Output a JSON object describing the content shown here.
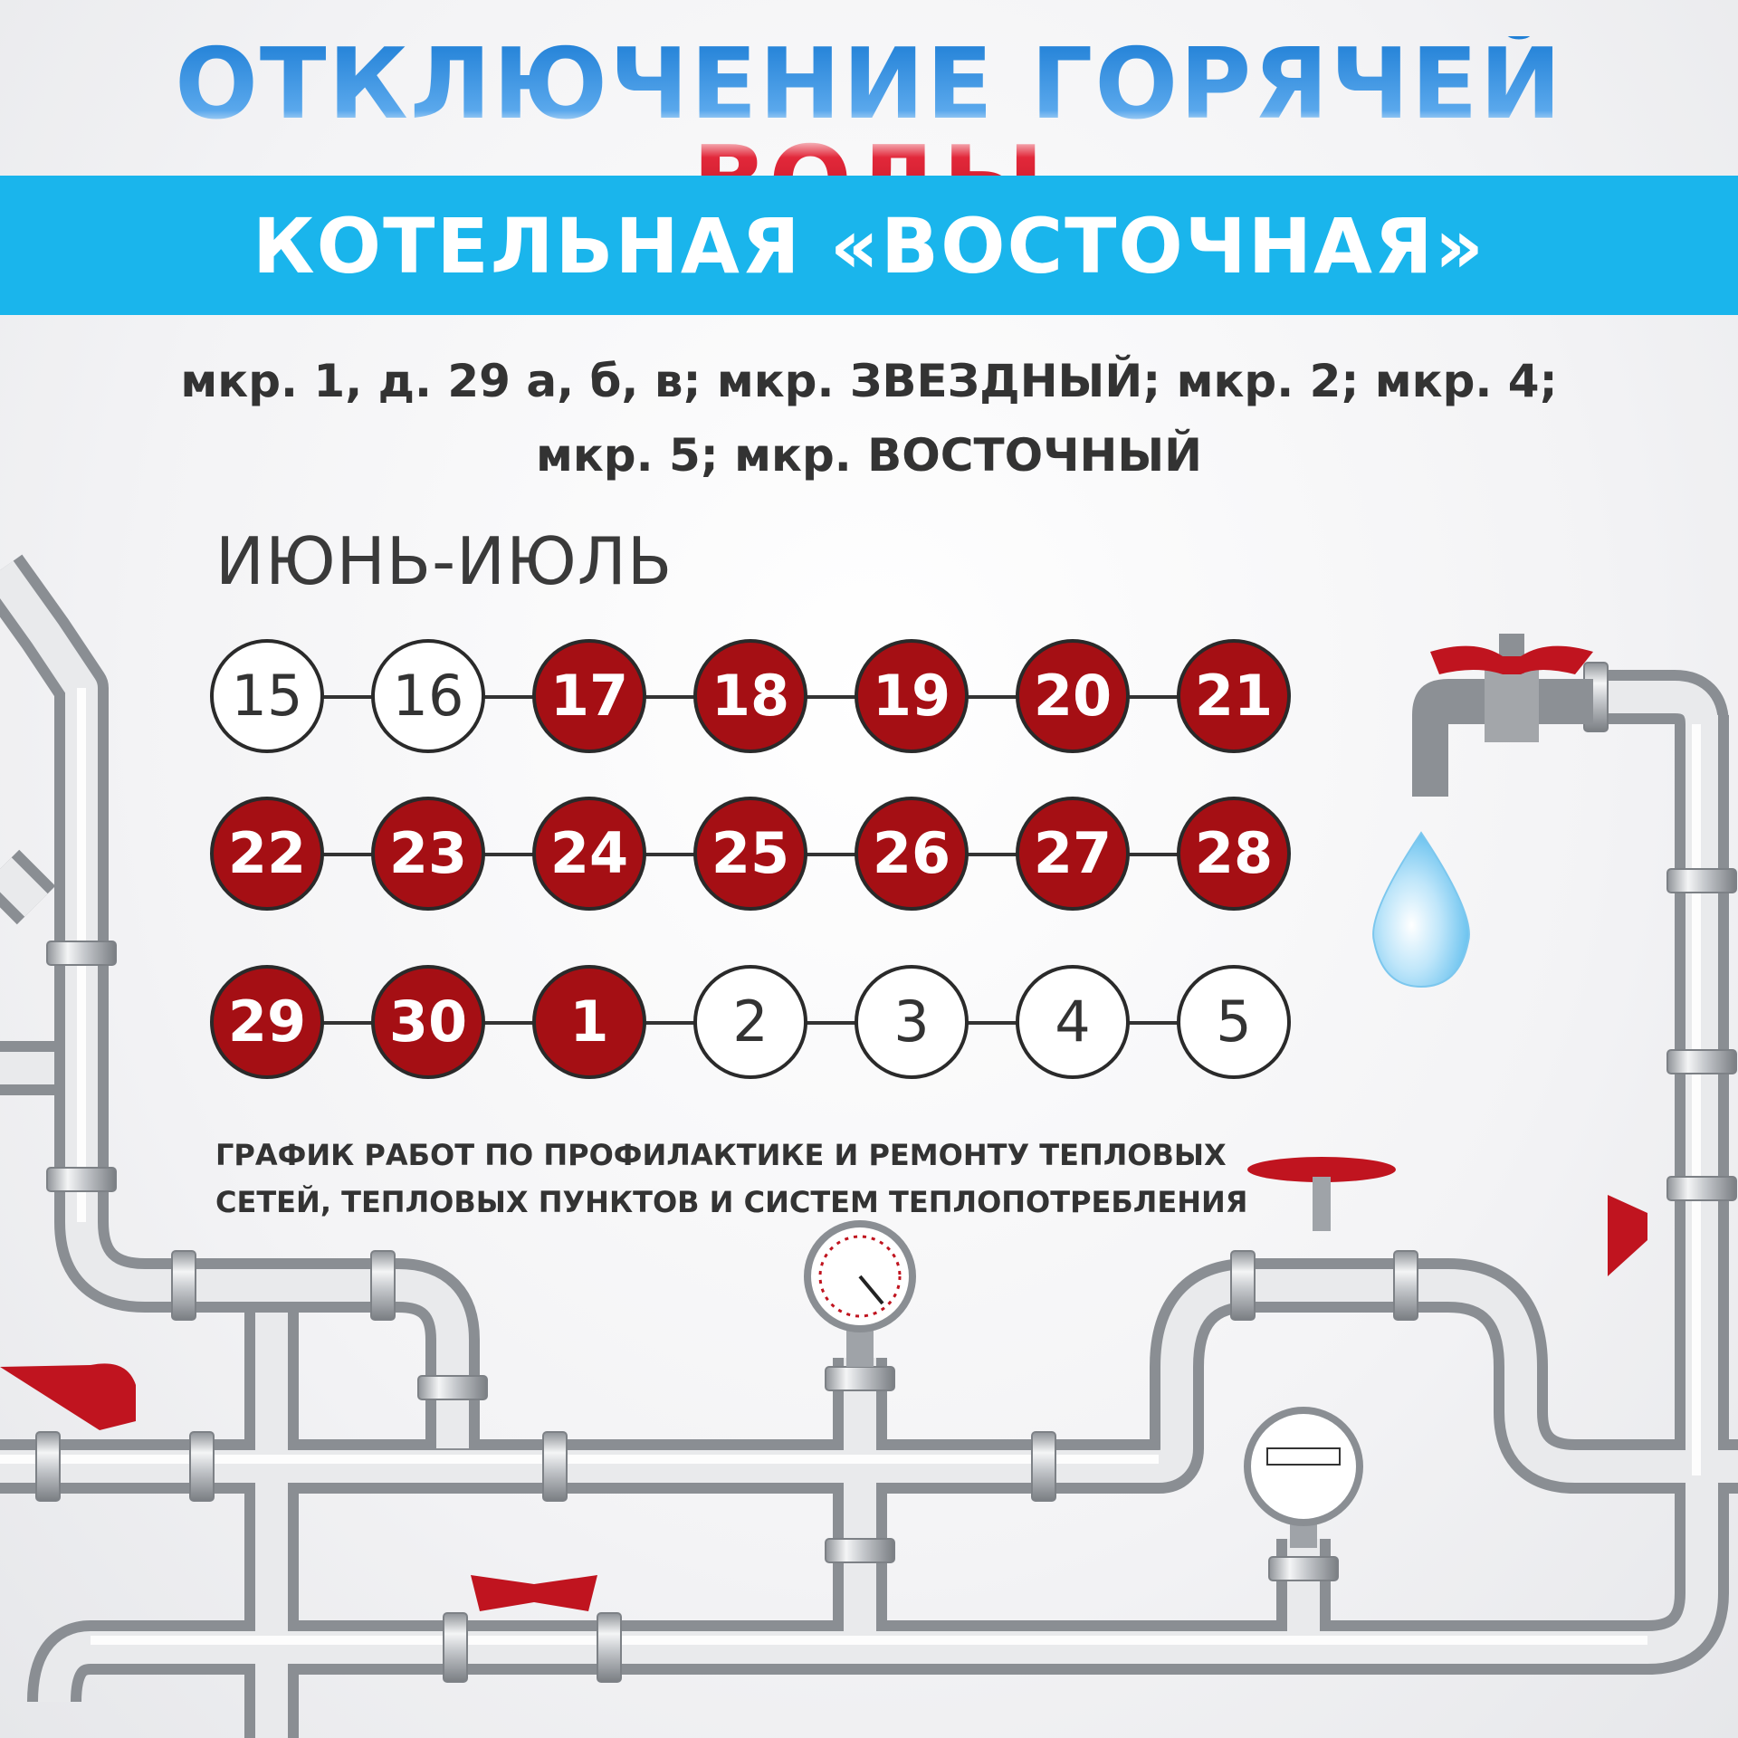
{
  "header": {
    "title": "ОТКЛЮЧЕНИЕ ГОРЯЧЕЙ ВОДЫ",
    "banner": "КОТЕЛЬНАЯ «ВОСТОЧНАЯ»",
    "districts_line1": "мкр. 1, д. 29 а, б, в; мкр. ЗВЕЗДНЫЙ; мкр. 2; мкр. 4;",
    "districts_line2": "мкр. 5; мкр. ВОСТОЧНЫЙ"
  },
  "schedule": {
    "months": "ИЮНЬ-ИЮЛЬ",
    "rows": [
      [
        {
          "day": "15",
          "off": false
        },
        {
          "day": "16",
          "off": false
        },
        {
          "day": "17",
          "off": true
        },
        {
          "day": "18",
          "off": true
        },
        {
          "day": "19",
          "off": true
        },
        {
          "day": "20",
          "off": true
        },
        {
          "day": "21",
          "off": true
        }
      ],
      [
        {
          "day": "22",
          "off": true
        },
        {
          "day": "23",
          "off": true
        },
        {
          "day": "24",
          "off": true
        },
        {
          "day": "25",
          "off": true
        },
        {
          "day": "26",
          "off": true
        },
        {
          "day": "27",
          "off": true
        },
        {
          "day": "28",
          "off": true
        }
      ],
      [
        {
          "day": "29",
          "off": true
        },
        {
          "day": "30",
          "off": true
        },
        {
          "day": "1",
          "off": true
        },
        {
          "day": "2",
          "off": false
        },
        {
          "day": "3",
          "off": false
        },
        {
          "day": "4",
          "off": false
        },
        {
          "day": "5",
          "off": false
        }
      ]
    ]
  },
  "note": {
    "line1": "ГРАФИК РАБОТ ПО ПРОФИЛАКТИКЕ И РЕМОНТУ ТЕПЛОВЫХ",
    "line2": "СЕТЕЙ, ТЕПЛОВЫХ ПУНКТОВ И СИСТЕМ ТЕПЛОПОТРЕБЛЕНИЯ"
  },
  "colors": {
    "banner": "#1ab5ec",
    "off_day": "#a50f14",
    "pipe": "#bfc2c6",
    "valve": "#c0141f",
    "water_drop": "#a9dcf5"
  }
}
